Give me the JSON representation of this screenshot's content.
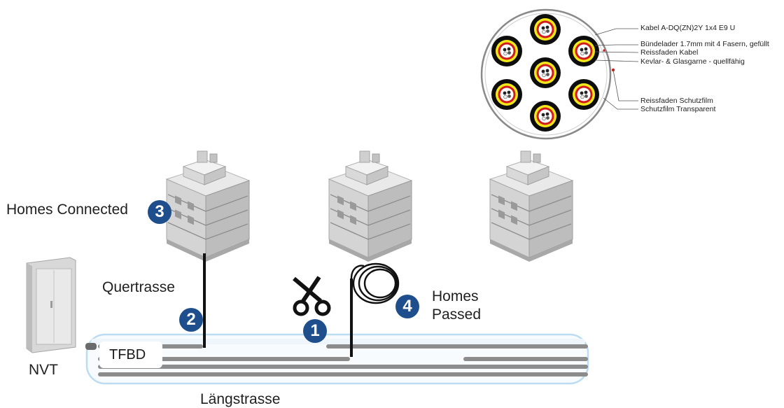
{
  "cable_legend": {
    "cable_type": "Kabel A-DQ(ZN)2Y 1x4 E9 U",
    "bundle_tube": "Bündelader 1.7mm mit 4 Fasern, gefüllt",
    "rip_cord_cable": "Reissfaden Kabel",
    "kevlar_yarn": "Kevlar- & Glasgarne - quellfähig",
    "rip_cord_film": "Reissfaden Schutzfilm",
    "protective_film": "Schutzfilm Transparent"
  },
  "labels": {
    "homes_connected": "Homes Connected",
    "quertrasse": "Quertrasse",
    "homes_passed_line1": "Homes",
    "homes_passed_line2": "Passed",
    "nvt": "NVT",
    "tfbd": "TFBD",
    "laengstrasse": "Längstrasse"
  },
  "badges": {
    "cut": "1",
    "quertrasse": "2",
    "homes_connected": "3",
    "homes_passed": "4"
  },
  "colors": {
    "badge_blue": "#1f4e8c",
    "cable_black": "#111111",
    "fiber_red": "#d21b1b",
    "fiber_yellow": "#f5e81a",
    "duct_blue": "#bcdcf2",
    "tube_gray": "#8c8c8c"
  },
  "icons": {
    "cut": "scissors-icon",
    "building": "building-icon",
    "cabinet": "nvt-cabinet-icon",
    "coil": "fiber-coil-icon"
  }
}
